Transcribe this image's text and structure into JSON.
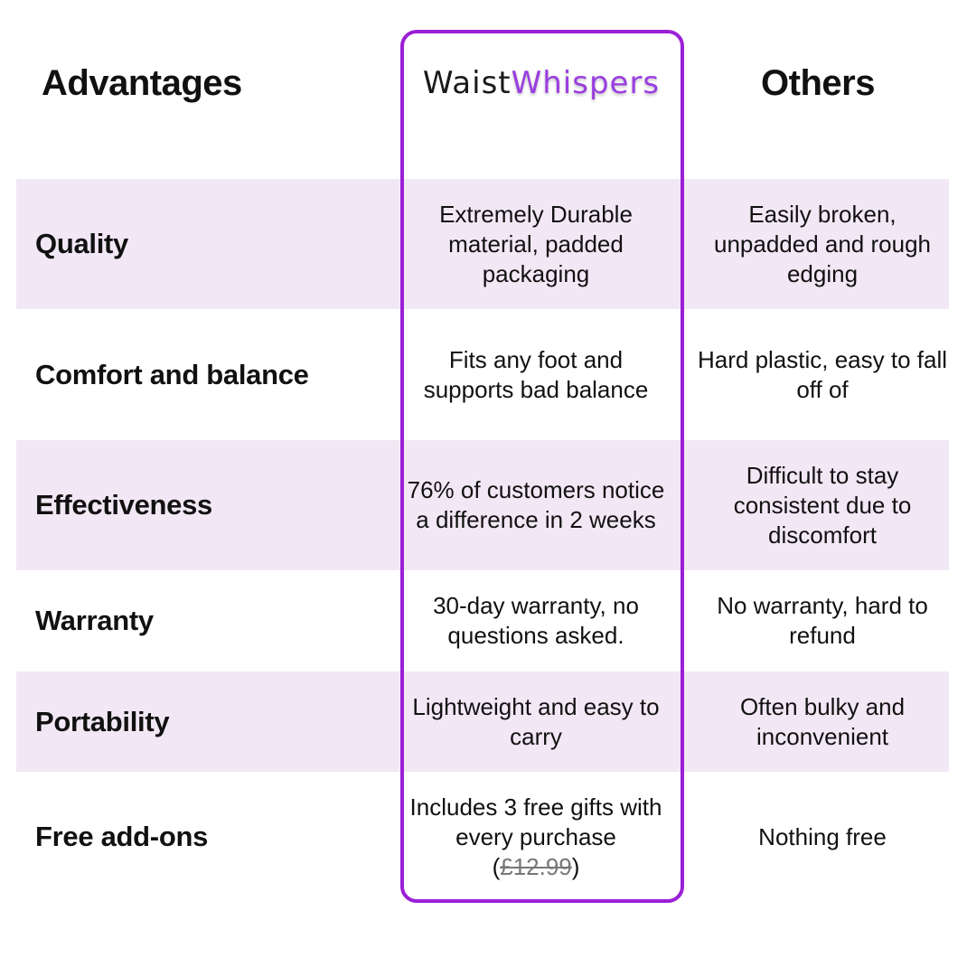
{
  "header": {
    "advantages": "Advantages",
    "brand_part1": "Waist",
    "brand_part2": "Whispers",
    "others": "Others"
  },
  "rows": [
    {
      "label": "Quality",
      "ww": "Extremely Durable material, padded packaging",
      "other": "Easily broken, unpadded and rough edging"
    },
    {
      "label": "Comfort and balance",
      "ww": "Fits any foot and supports bad balance",
      "other": "Hard plastic, easy to fall off of"
    },
    {
      "label": "Effectiveness",
      "ww": "76% of customers notice a difference in 2 weeks",
      "other": "Difficult to stay consistent due to discomfort"
    },
    {
      "label": "Warranty",
      "ww": "30-day warranty, no questions asked.",
      "other": "No warranty, hard to refund"
    },
    {
      "label": "Portability",
      "ww": "Lightweight and easy to carry",
      "other": "Often bulky and inconvenient"
    },
    {
      "label": "Free add-ons",
      "ww": "Includes 3 free gifts with every purchase",
      "ww_price_open": "(",
      "ww_price": "£12.99",
      "ww_price_close": ")",
      "other": "Nothing free"
    }
  ],
  "colors": {
    "accent": "#9b1fd6",
    "brand_purple": "#9b3fe0",
    "row_shade": "#f2e8f5"
  }
}
